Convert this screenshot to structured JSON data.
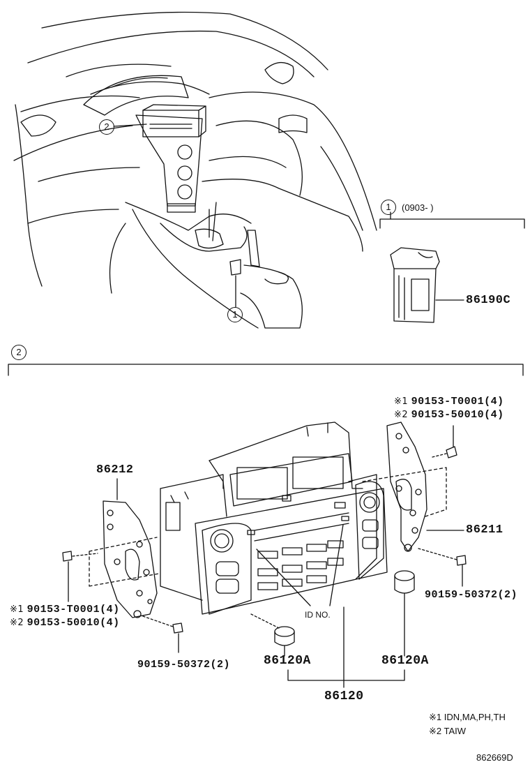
{
  "callouts": {
    "one": "1",
    "two": "2"
  },
  "section1": {
    "date_range": "(0903-     )"
  },
  "parts": {
    "switch": "86190C",
    "bracket_left": "86212",
    "bracket_right": "86211",
    "knob_left": "86120A",
    "knob_right": "86120A",
    "panel": "86120",
    "id_no": "ID NO."
  },
  "screws": {
    "mark1": "※1",
    "mark2": "※2",
    "right_top_1": "90153-T0001(4)",
    "right_top_2": "90153-50010(4)",
    "right_bottom": "90159-50372(2)",
    "left_1": "90153-T0001(4)",
    "left_2": "90153-50010(4)",
    "left_bottom": "90159-50372(2)"
  },
  "notes": {
    "note1": "※1 IDN,MA,PH,TH",
    "note2": "※2 TAIW"
  },
  "diagram_id": "862669D"
}
